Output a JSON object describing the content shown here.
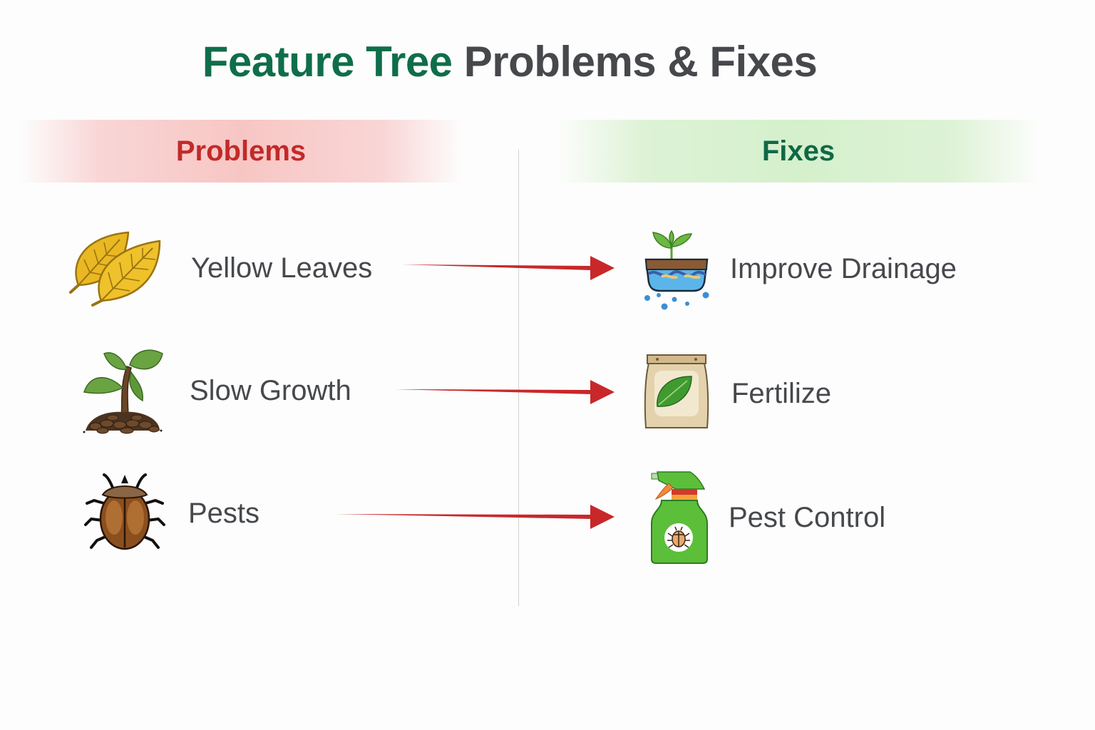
{
  "title": {
    "part1": "Feature Tree",
    "part2": "Problems & Fixes",
    "part1_color": "#0f6e4a",
    "part2_color": "#46484c"
  },
  "columns": {
    "problems": {
      "label": "Problems",
      "color": "#c22a2a",
      "band_color": "#f7c6c4"
    },
    "fixes": {
      "label": "Fixes",
      "color": "#106846",
      "band_color": "#d5f0cc"
    }
  },
  "rows": [
    {
      "problem": {
        "label": "Yellow Leaves",
        "icon": "yellow-leaves-icon"
      },
      "fix": {
        "label": "Improve Drainage",
        "icon": "drainage-pot-icon"
      }
    },
    {
      "problem": {
        "label": "Slow Growth",
        "icon": "sapling-soil-icon"
      },
      "fix": {
        "label": "Fertilize",
        "icon": "fertilizer-bag-icon"
      }
    },
    {
      "problem": {
        "label": "Pests",
        "icon": "beetle-icon"
      },
      "fix": {
        "label": "Pest Control",
        "icon": "spray-bottle-icon"
      }
    }
  ],
  "arrow_color": "#c8282a"
}
